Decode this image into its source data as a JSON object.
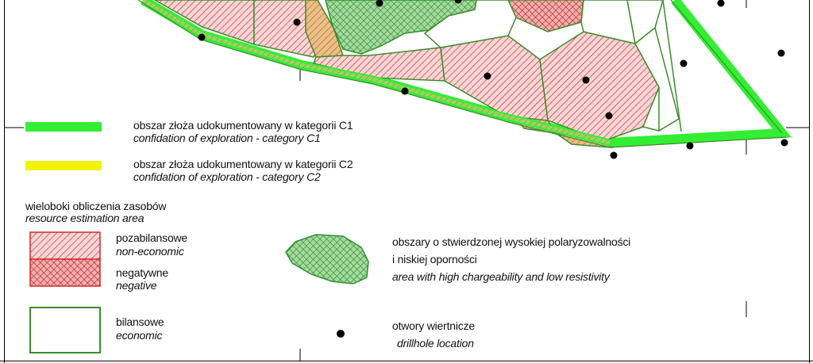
{
  "legend": {
    "c1": {
      "pl": "obszar złoża udokumentowany w kategorii C1",
      "en": "confidation of exploration - category C1",
      "color": "#33ee33"
    },
    "c2": {
      "pl": "obszar złoża udokumentowany w kategorii C2",
      "en": "confidation of exploration - category C2",
      "color": "#f2f20a"
    },
    "polygons_heading": {
      "pl": "wieloboki obliczenia zasobów",
      "en": "resource estimation area"
    },
    "non_economic": {
      "pl": "pozabilansowe",
      "en": "non-economic",
      "color": "#d12b2b"
    },
    "negative": {
      "pl": "negatywne",
      "en": "negative",
      "color": "#d12b2b"
    },
    "economic": {
      "pl": "bilansowe",
      "en": "economic",
      "color": "#3d8c2a"
    },
    "chargeability": {
      "pl1": "obszary o stwierdzonej wysokiej polaryzowalności",
      "pl2": "i niskiej oporności",
      "en": "area with high chargeability and low resistivity",
      "color": "#2f8f2f"
    },
    "drillholes": {
      "pl": "otwory wiertnicze",
      "en": "drillhole location"
    }
  },
  "colors": {
    "polygon_outline": "#3d8c2a",
    "hatch_red": "#d12b2b",
    "fill_pink": "#f4cccc",
    "fill_green": "#8fce8f",
    "boundary_green": "#33ee33",
    "drillhole": "#000000"
  }
}
